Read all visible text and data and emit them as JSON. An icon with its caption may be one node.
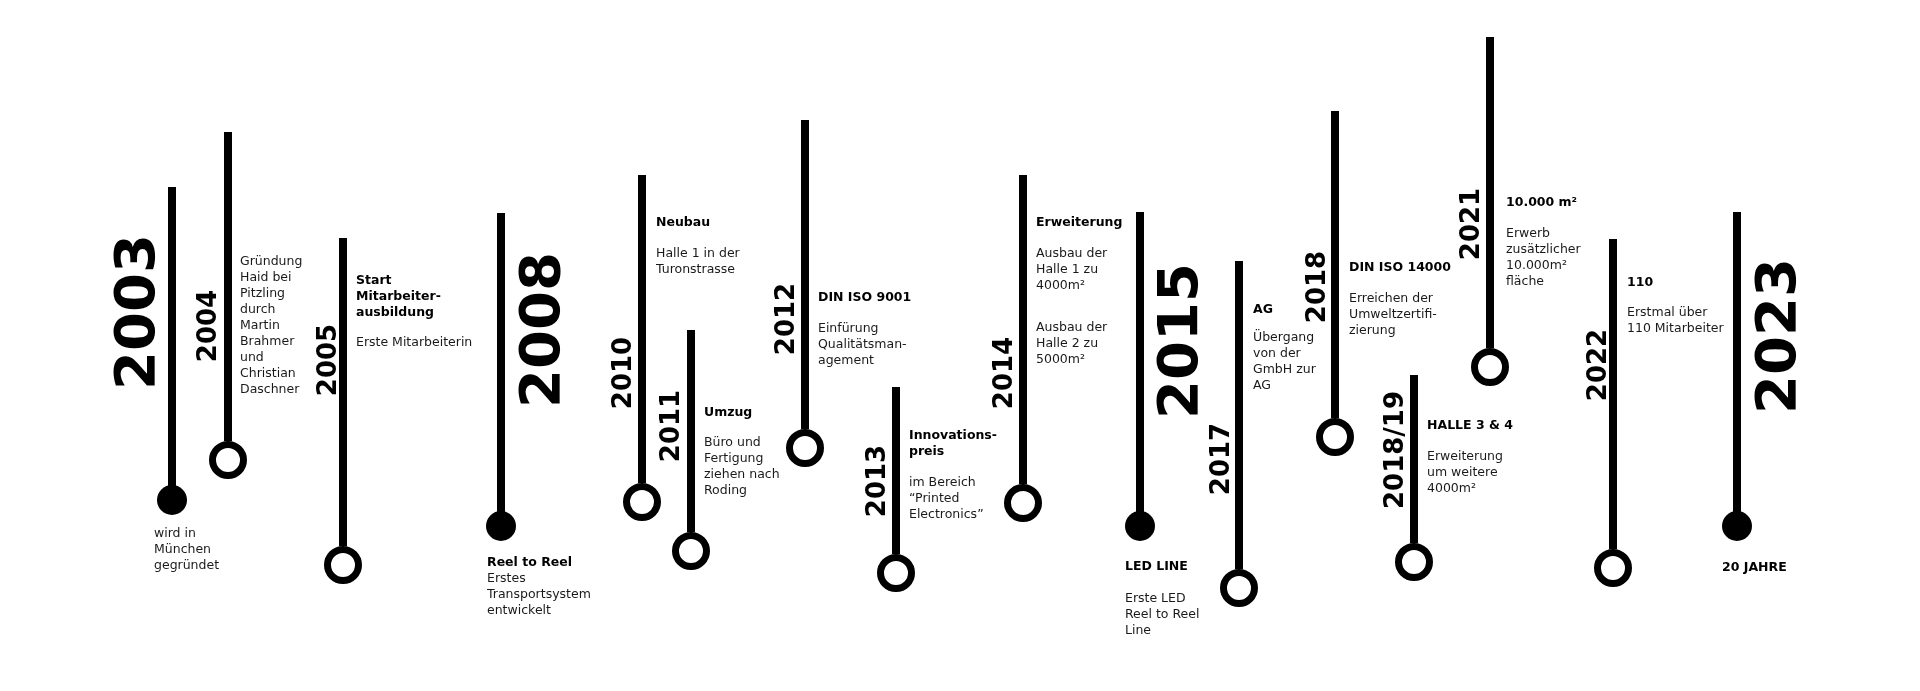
{
  "diagram": {
    "labels": [
      "2003",
      "wird in München gegründet",
      "2004",
      "Gründung Haid bei Pitzling durch Martin Brahmer und Christian Daschner",
      "2005",
      "Start Mitarbeiter- ausbildung",
      "Erste Mitarbeiterin",
      "2008",
      "Reel to Reel",
      "Erstes Transportsystem entwickelt",
      "2010",
      "Neubau",
      "Halle 1 in der Turonstrasse",
      "2011",
      "Umzug",
      "Büro und Fertigung ziehen nach Roding",
      "2012",
      "DIN ISO 9001",
      "Einfürung Qualitätsman- agement",
      "2013",
      "Innovations- preis",
      "im Bereich “Printed Electronics”",
      "2014",
      "Erweiterung",
      "Ausbau der Halle 1 zu 4000m²",
      "Ausbau der Halle 2 zu 5000m²",
      "2015",
      "LED LINE",
      "Erste LED Reel to Reel Line",
      "2017",
      "AG",
      "Übergang von der GmbH zur AG",
      "2018",
      "DIN ISO 14000",
      "Erreichen der Umweltzertifi- zierung",
      "2018/19",
      "HALLE 3 & 4",
      "Erweiterung um weitere 4000m²",
      "2021",
      "10.000 m²",
      "Erwerb zusätzlicher 10.000m² fläche",
      "2022",
      "110",
      "Erstmal über 110 Mitarbeiter",
      "2023",
      "20 JAHRE"
    ]
  }
}
